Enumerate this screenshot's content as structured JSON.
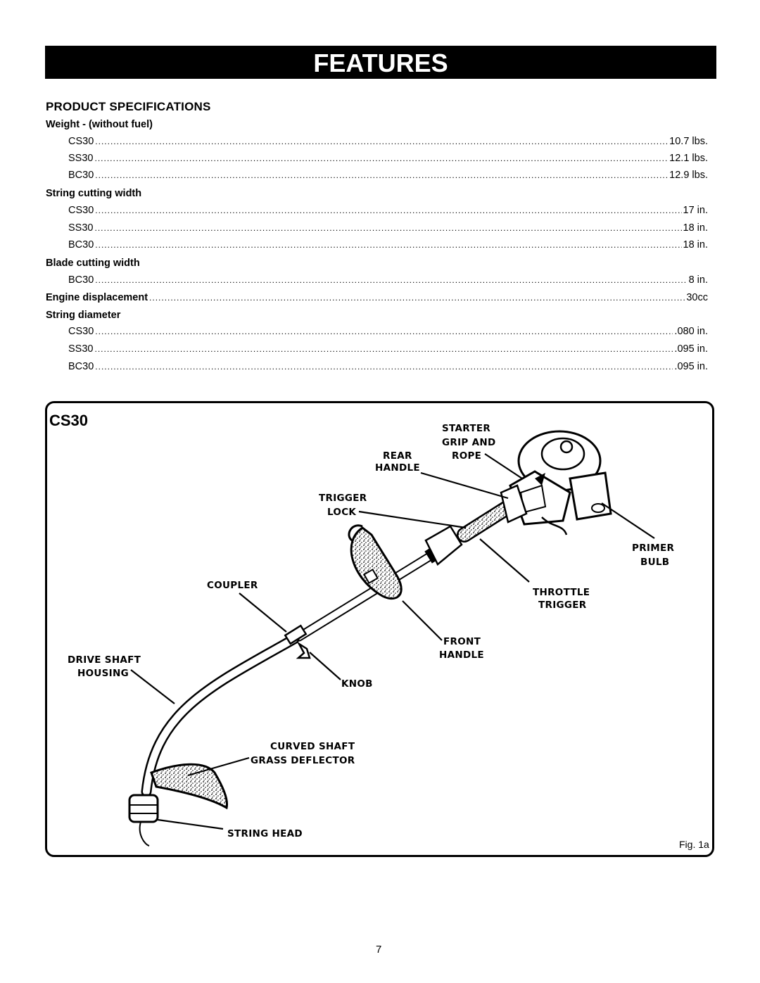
{
  "header": {
    "title": "FEATURES"
  },
  "specs": {
    "section_title": "PRODUCT SPECIFICATIONS",
    "weight": {
      "label": "Weight - (without fuel)",
      "rows": [
        {
          "model": "CS30",
          "value": "10.7 lbs."
        },
        {
          "model": "SS30",
          "value": "12.1 lbs."
        },
        {
          "model": "BC30",
          "value": "12.9 lbs."
        }
      ]
    },
    "string_cutting_width": {
      "label": "String cutting width",
      "rows": [
        {
          "model": "CS30",
          "value": "17 in."
        },
        {
          "model": "SS30",
          "value": "18 in."
        },
        {
          "model": "BC30",
          "value": "18 in."
        }
      ]
    },
    "blade_cutting_width": {
      "label": "Blade cutting width",
      "rows": [
        {
          "model": "BC30",
          "value": "8 in."
        }
      ]
    },
    "engine_displacement": {
      "label": "Engine displacement",
      "value": "30cc"
    },
    "string_diameter": {
      "label": "String diameter",
      "rows": [
        {
          "model": "CS30",
          "value": ".080 in."
        },
        {
          "model": "SS30",
          "value": ".095 in."
        },
        {
          "model": "BC30",
          "value": ".095 in."
        }
      ]
    }
  },
  "figure": {
    "model": "CS30",
    "caption": "Fig. 1a",
    "callouts": {
      "starter_1": "STARTER",
      "starter_2": "GRIP AND",
      "starter_3": "ROPE",
      "rear_handle_1": "REAR",
      "rear_handle_2": "HANDLE",
      "trigger_lock_1": "TRIGGER",
      "trigger_lock_2": "LOCK",
      "primer_bulb_1": "PRIMER",
      "primer_bulb_2": "BULB",
      "coupler": "COUPLER",
      "throttle_trigger_1": "THROTTLE",
      "throttle_trigger_2": "TRIGGER",
      "front_handle_1": "FRONT",
      "front_handle_2": "HANDLE",
      "drive_shaft_1": "DRIVE SHAFT",
      "drive_shaft_2": "HOUSING",
      "knob": "KNOB",
      "curved_shaft_1": "CURVED SHAFT",
      "curved_shaft_2": "GRASS DEFLECTOR",
      "string_head": "STRING HEAD"
    }
  },
  "footer": {
    "page_number": "7"
  }
}
